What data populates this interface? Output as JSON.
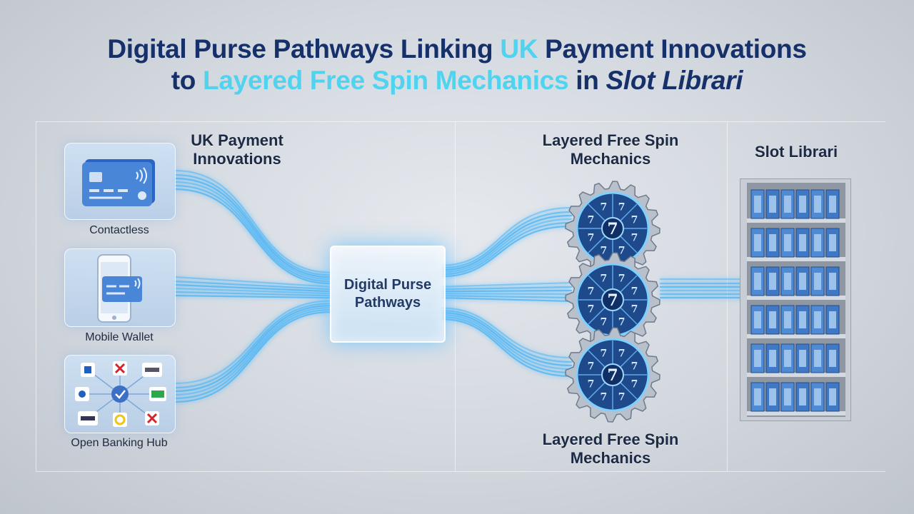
{
  "title": {
    "line1_part1": "Digital Purse Pathways Linking ",
    "line1_highlight": "UK",
    "line1_part2": " Payment Innovations",
    "line2_part1": "to ",
    "line2_highlight": "Layered Free Spin Mechanics",
    "line2_part2": " in ",
    "line2_italic": "Slot Librari"
  },
  "sections": {
    "payments_title": "UK Payment\nInnovations",
    "free_spin_top": "Layered Free Spin\nMechanics",
    "free_spin_bottom": "Layered Free Spin\nMechanics",
    "library_title": "Slot Librari"
  },
  "payment_methods": [
    {
      "label": "Contactless",
      "icon": "contactless-card-icon"
    },
    {
      "label": "Mobile Wallet",
      "icon": "mobile-wallet-icon"
    },
    {
      "label": "Open Banking Hub",
      "icon": "bank-network-icon"
    }
  ],
  "hub": {
    "label": "Digital Purse\nPathways"
  },
  "gear_symbol": "7",
  "colors": {
    "title": "#16306a",
    "highlight": "#4fd3ef",
    "flow": "#4fb6f5",
    "card": "#4a86d8",
    "gear_face": "#1e4a8c"
  }
}
